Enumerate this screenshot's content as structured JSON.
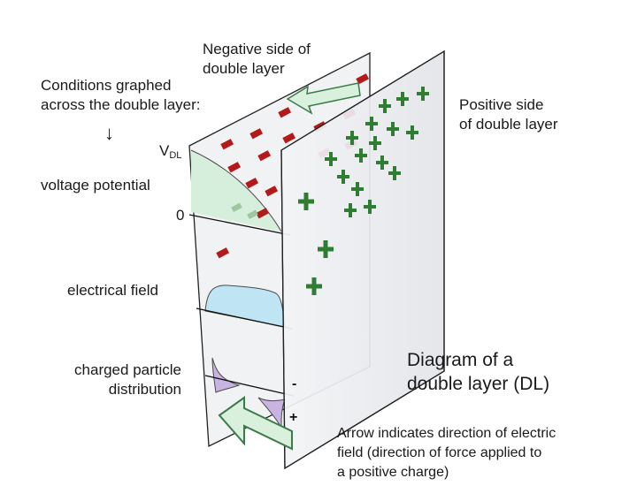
{
  "labels": {
    "negative_side_l1": "Negative side of",
    "negative_side_l2": "double layer",
    "conditions_l1": "Conditions graphed",
    "conditions_l2": "across the double layer:",
    "down_arrow": "↓",
    "vdl_main": "V",
    "vdl_sub": "DL",
    "voltage_potential": "voltage potential",
    "zero": "0",
    "electrical_field": "electrical field",
    "charged_particle_l1": "charged particle",
    "charged_particle_l2": "distribution",
    "positive_side_l1": "Positive side",
    "positive_side_l2": "of double layer",
    "diagram_title_l1": "Diagram of a",
    "diagram_title_l2": "double layer (DL)",
    "minus_sign": "-",
    "plus_sign": "+",
    "arrow_note_l1": "Arrow indicates direction of electric",
    "arrow_note_l2": "field (direction of force applied to",
    "arrow_note_l3": "a positive charge)"
  },
  "colors": {
    "negative_charge": "#b31b1b",
    "positive_charge": "#2e7d32",
    "voltage_fill": "#d6eedc",
    "field_fill": "#bfe5f5",
    "particle_fill": "#c9b3e0",
    "arrow_fill": "#d8f0dc",
    "arrow_stroke": "#3c7a4a",
    "plate": "#e9ebee"
  }
}
